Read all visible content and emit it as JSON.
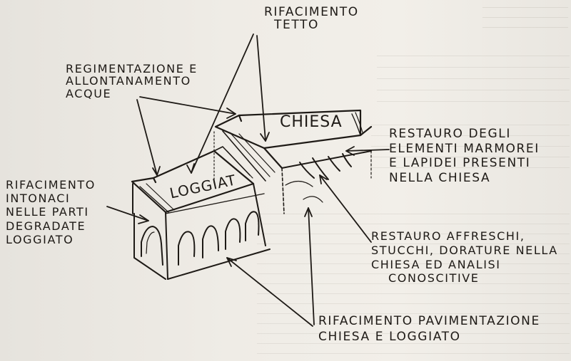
{
  "sketch": {
    "building_labels": {
      "church": "CHIESA",
      "loggia": "LOGGIAT"
    },
    "annotations": {
      "roof": [
        "RIFACIMENTO",
        "TETTO"
      ],
      "water": [
        "REGIMENTAZIONE E",
        "ALLONTANAMENTO",
        "ACQUE"
      ],
      "plaster": [
        "RIFACIMENTO",
        "INTONACI",
        "NELLE PARTI",
        "DEGRADATE",
        "LOGGIATO"
      ],
      "marble": [
        "RESTAURO DEGLI",
        "ELEMENTI MARMOREI",
        "E LAPIDEI PRESENTI",
        "NELLA CHIESA"
      ],
      "frescoes": [
        "RESTAURO AFFRESCHI,",
        "STUCCHI, DORATURE NELLA",
        "CHIESA ED ANALISI",
        "CONOSCITIVE"
      ],
      "floor": [
        "RIFACIMENTO PAVIMENTAZIONE",
        "CHIESA E LOGGIATO"
      ]
    },
    "colors": {
      "ink": "#1e1a16",
      "paper": "#efece6",
      "bleed_text": "#c9c5bd"
    }
  }
}
